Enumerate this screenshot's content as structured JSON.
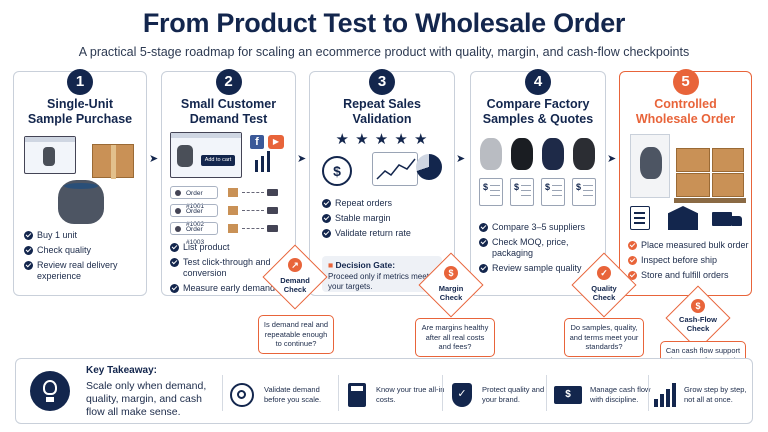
{
  "title": "From Product Test to Wholesale Order",
  "subtitle": "A practical 5-stage roadmap for scaling an ecommerce product with quality, margin, and cash-flow checkpoints",
  "colors": {
    "navy": "#13264d",
    "accent": "#e8643a",
    "border": "#c9d0da"
  },
  "stages": [
    {
      "number": "1",
      "title_line1": "Single-Unit",
      "title_line2": "Sample Purchase",
      "bullets": [
        "Buy 1 unit",
        "Check quality",
        "Review real delivery experience"
      ]
    },
    {
      "number": "2",
      "title_line1": "Small Customer",
      "title_line2": "Demand Test",
      "add_to_cart": "Add to cart",
      "orders": [
        "Order #1001",
        "Order #1002",
        "Order #1003"
      ],
      "bullets": [
        "List product",
        "Test click-through and conversion",
        "Measure early demand"
      ]
    },
    {
      "number": "3",
      "title_line1": "Repeat Sales",
      "title_line2": "Validation",
      "stars": "★ ★ ★ ★ ★",
      "bullets": [
        "Repeat orders",
        "Stable margin",
        "Validate return rate"
      ],
      "gate_title": "Decision Gate:",
      "gate_text": "Proceed only if metrics meet your targets."
    },
    {
      "number": "4",
      "title_line1": "Compare Factory",
      "title_line2": "Samples & Quotes",
      "bullets": [
        "Compare 3–5 suppliers",
        "Check MOQ, price, packaging",
        "Review sample quality"
      ]
    },
    {
      "number": "5",
      "title_line1": "Controlled",
      "title_line2": "Wholesale Order",
      "bullets": [
        "Place measured bulk order",
        "Inspect before ship",
        "Store and fulfill orders"
      ]
    }
  ],
  "checks": [
    {
      "label_line1": "Demand",
      "label_line2": "Check",
      "question": "Is demand real and repeatable enough to continue?"
    },
    {
      "label_line1": "Margin",
      "label_line2": "Check",
      "question": "Are margins healthy after all real costs and fees?"
    },
    {
      "label_line1": "Quality",
      "label_line2": "Check",
      "question": "Do samples, quality, and terms meet your standards?"
    },
    {
      "label_line1": "Cash-Flow",
      "label_line2": "Check",
      "question": "Can cash flow support inventory, fees, and operating costs?"
    }
  ],
  "takeaway": {
    "title": "Key Takeaway:",
    "text": "Scale only when demand, quality, margin, and cash flow all make sense.",
    "tips": [
      {
        "icon": "target-icon",
        "text": "Validate demand before you scale."
      },
      {
        "icon": "calculator-icon",
        "text": "Know your true all-in costs."
      },
      {
        "icon": "shield-check-icon",
        "text": "Protect quality and your brand."
      },
      {
        "icon": "cash-icon",
        "text": "Manage cash flow with discipline."
      },
      {
        "icon": "growth-chart-icon",
        "text": "Grow step by step, not all at once."
      }
    ]
  }
}
